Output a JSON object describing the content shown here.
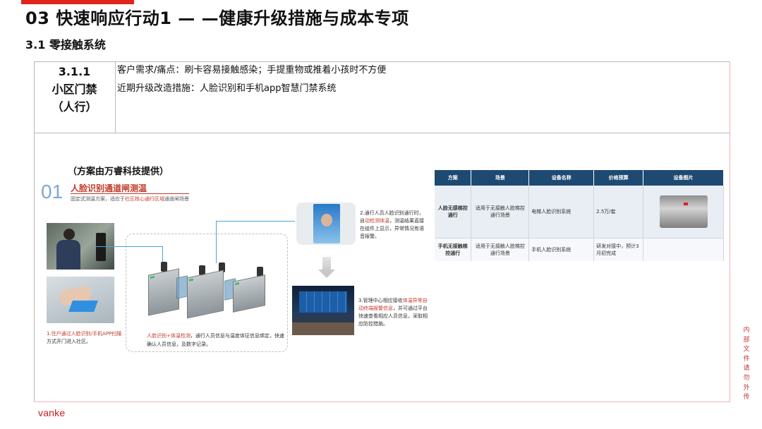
{
  "header": {
    "title": "03 快速响应行动1 — —健康升级措施与成本专项",
    "section": "3.1 零接触系统"
  },
  "info_box": {
    "code": "3.1.1",
    "name": "小区门禁",
    "mode": "（人行）",
    "need": "客户需求/痛点：刷卡容易接触感染；手提重物或推着小孩时不方便",
    "measure": "近期升级改造措施：人脸识别和手机app智慧门禁系统"
  },
  "provider": "（方案由万睿科技提供）",
  "solution": {
    "number": "01",
    "title": "人脸识别通道闸测温",
    "desc_prefix": "固定式测温方案，适应于",
    "desc_highlight": "社区核心通行区域",
    "desc_suffix": "通道闸场景",
    "step1_highlight": "1.住户通过人脸识别/手机APP扫描",
    "step1_rest": "方式开门进入社区。",
    "gate_highlight": "人脸识别+体温检测",
    "gate_rest": "，通行人员信息与温度体征信息绑定，快速确认人员信息，及数字记录。",
    "step2_prefix": "2.通行人员人脸识别通行时，自",
    "step2_highlight": "动检测体温",
    "step2_rest": "，测温结果直接在组件上显示，异常情况有语音报警。",
    "step3_prefix": "3.管理中心相应接收",
    "step3_highlight": "体温异常自动终端报警信息",
    "step3_rest": "，并可通过平台快速查看相应人员信息，采取相应防控措施。"
  },
  "table": {
    "headers": [
      "方案",
      "场景",
      "设备名称",
      "价格预算",
      "设备图片"
    ],
    "rows": [
      {
        "plan": "人脸无感梯控通行",
        "scene": "适用于无接触人脸梯控通行场景",
        "device": "电梯人脸识别系统",
        "price": "2.5万/套",
        "image": "elevator-device-photo"
      },
      {
        "plan": "手机无接触梯控通行",
        "scene": "适用于无接触人脸梯控通行场景",
        "device": "手机人脸识别系统",
        "price": "研发对接中，预计3月初完成",
        "image": ""
      }
    ]
  },
  "side_note": "内部文件 请勿外传",
  "logo": "vanke",
  "colors": {
    "accent_red": "#e0231b",
    "table_header": "#1e4a72",
    "highlight": "#c23a2a",
    "number_blue": "#7fa8d1"
  }
}
